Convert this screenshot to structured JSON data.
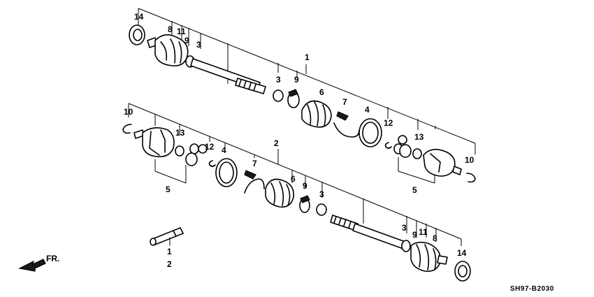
{
  "callouts": {
    "c1": "1",
    "c2": "2",
    "c2b": "2",
    "c1b": "1",
    "c3a": "3",
    "c3b": "3",
    "c3c": "3",
    "c3d": "3",
    "c4a": "4",
    "c4b": "4",
    "c5a": "5",
    "c5b": "5",
    "c6a": "6",
    "c6b": "6",
    "c7a": "7",
    "c7b": "7",
    "c8a": "8",
    "c8b": "8",
    "c9a": "9",
    "c9b": "9",
    "c9c": "9",
    "c9d": "9",
    "c10a": "10",
    "c10b": "10",
    "c11a": "11",
    "c11b": "11",
    "c12a": "12",
    "c12b": "12",
    "c13a": "13",
    "c13b": "13",
    "c14a": "14",
    "c14b": "14"
  },
  "front_indicator": "FR.",
  "diagram_code": "SH97-B2030"
}
